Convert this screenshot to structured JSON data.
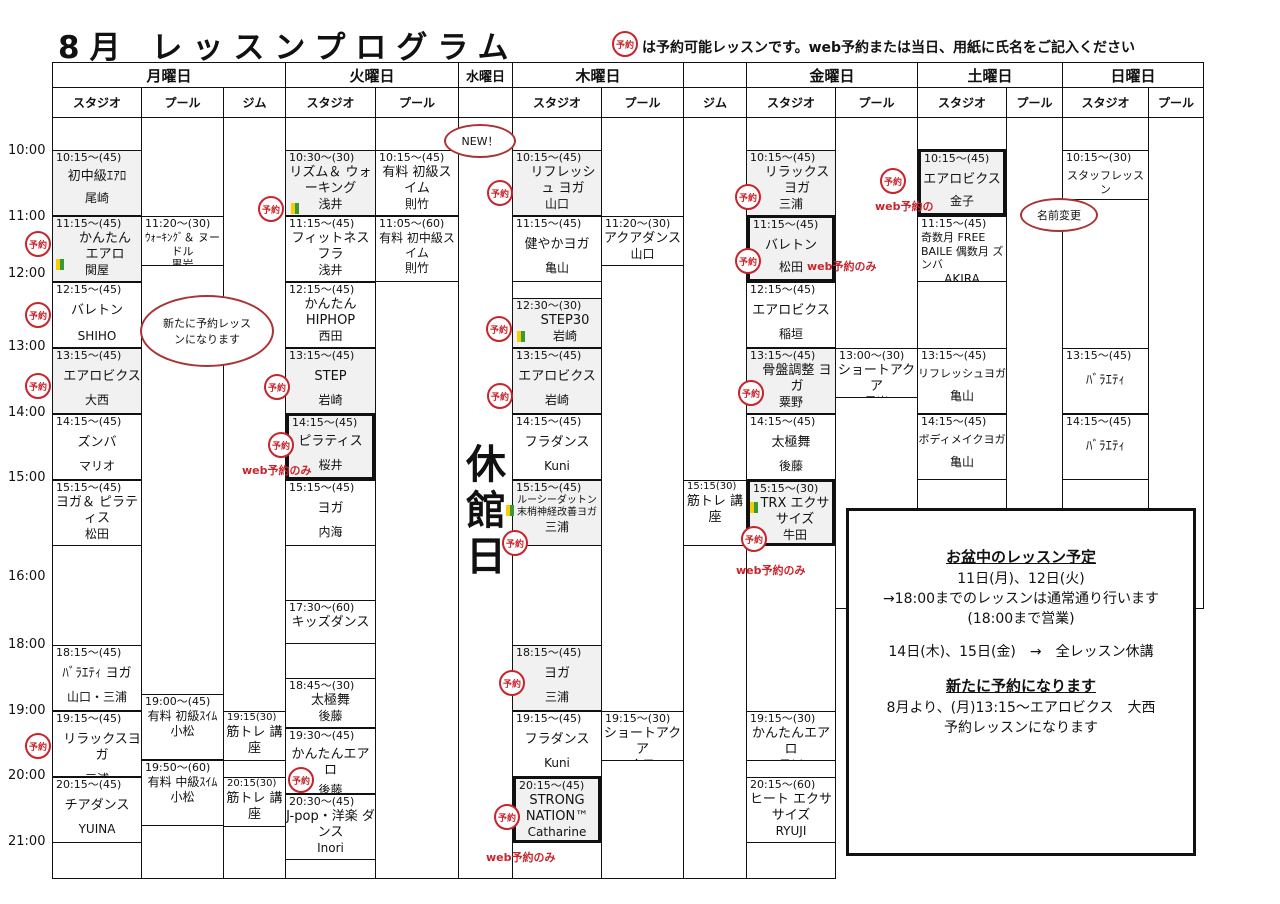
{
  "title": "8月 レッスンプログラム",
  "reserve_mark": "予約",
  "note": "は予約可能レッスンです。web予約または当日、用紙に氏名をご記入ください",
  "days": [
    "月曜日",
    "火曜日",
    "水曜日",
    "木曜日",
    "金曜日",
    "土曜日",
    "日曜日"
  ],
  "subheaders": {
    "studio": "スタジオ",
    "pool": "プール",
    "gym": "ジム"
  },
  "times": [
    "10:00",
    "11:00",
    "12:00",
    "13:00",
    "14:00",
    "15:00",
    "16:00",
    "18:00",
    "19:00",
    "20:00",
    "21:00"
  ],
  "closed": [
    "休",
    "館",
    "日"
  ],
  "web_only": "web予約のみ",
  "web_reserve": "web予約の",
  "bubbles": {
    "new": "NEW！",
    "rename": "名前変更",
    "newres": "新たに予約レッスンになります"
  },
  "lessons": [
    {
      "t": "10:15～(45)",
      "n": "初中級ｴｱﾛ",
      "i": "尾崎"
    },
    {
      "t": "11:15～(45)",
      "n": "かんたん エアロ",
      "i": "関屋"
    },
    {
      "t": "12:15～(45)",
      "n": "バレトン",
      "i": "SHIHO"
    },
    {
      "t": "13:15～(45)",
      "n": "エアロビクス",
      "i": "大西"
    },
    {
      "t": "14:15～(45)",
      "n": "ズンバ",
      "i": "マリオ"
    },
    {
      "t": "15:15～(45)",
      "n": "ヨガ＆ ピラティス",
      "i": "松田"
    },
    {
      "t": "18:15～(45)",
      "n": "ﾊﾞﾗｴﾃｨ ヨガ",
      "i": "山口・三浦"
    },
    {
      "t": "19:15～(45)",
      "n": "リラックスヨガ",
      "i": "三浦"
    },
    {
      "t": "20:15～(45)",
      "n": "チアダンス",
      "i": "YUINA"
    },
    {
      "t": "11:20～(30)",
      "n": "ｳｫｰｷﾝｸﾞ＆ ヌードル",
      "i": "黒岩"
    },
    {
      "t": "19:00～(45)",
      "n": "有料 初級ｽｲﾑ",
      "i": "小松"
    },
    {
      "t": "19:50～(60)",
      "n": "有料 中級ｽｲﾑ",
      "i": "小松"
    },
    {
      "t": "19:15(30)",
      "n": "筋トレ 講座",
      "i": ""
    },
    {
      "t": "20:15(30)",
      "n": "筋トレ 講座",
      "i": ""
    },
    {
      "t": "10:30～(30)",
      "n": "リズム＆ ウォーキング",
      "i": "浅井"
    },
    {
      "t": "11:15～(45)",
      "n": "フィットネス フラ",
      "i": "浅井"
    },
    {
      "t": "12:15～(45)",
      "n": "かんたん HIPHOP",
      "i": "西田"
    },
    {
      "t": "13:15～(45)",
      "n": "STEP",
      "i": "岩崎"
    },
    {
      "t": "14:15～(45)",
      "n": "ピラティス",
      "i": "桜井"
    },
    {
      "t": "15:15～(45)",
      "n": "ヨガ",
      "i": "内海"
    },
    {
      "t": "17:30～(60)",
      "n": "キッズダンス",
      "i": ""
    },
    {
      "t": "18:45～(30)",
      "n": "太極舞",
      "i": "後藤"
    },
    {
      "t": "19:30～(45)",
      "n": "かんたんエアロ",
      "i": "後藤"
    },
    {
      "t": "20:30～(45)",
      "n": "J-pop・洋楽 ダンス",
      "i": "Inori"
    },
    {
      "t": "10:15～(45)",
      "n": "有料 初級スイム",
      "i": "則竹"
    },
    {
      "t": "11:05～(60)",
      "n": "有料 初中級スイム",
      "i": "則竹"
    },
    {
      "t": "10:15～(45)",
      "n": "リフレッシュ ヨガ",
      "i": "山口"
    },
    {
      "t": "11:15～(45)",
      "n": "健やかヨガ",
      "i": "亀山"
    },
    {
      "t": "12:30～(30)",
      "n": "STEP30",
      "i": "岩崎"
    },
    {
      "t": "13:15～(45)",
      "n": "エアロビクス",
      "i": "岩崎"
    },
    {
      "t": "14:15～(45)",
      "n": "フラダンス",
      "i": "Kuni"
    },
    {
      "t": "15:15～(45)",
      "n": "ルーシーダットン 末梢神経改善ヨガ",
      "i": "三浦"
    },
    {
      "t": "18:15～(45)",
      "n": "ヨガ",
      "i": "三浦"
    },
    {
      "t": "19:15～(45)",
      "n": "フラダンス",
      "i": "Kuni"
    },
    {
      "t": "20:15～(45)",
      "n": "STRONG NATION™",
      "i": "Catharine"
    },
    {
      "t": "11:20～(30)",
      "n": "アクアダンス",
      "i": "山口"
    },
    {
      "t": "19:15～(30)",
      "n": "ショートアクア",
      "i": "金子"
    },
    {
      "t": "15:15(30)",
      "n": "筋トレ 講座",
      "i": ""
    },
    {
      "t": "10:15～(45)",
      "n": "リラックス ヨガ",
      "i": "三浦"
    },
    {
      "t": "11:15～(45)",
      "n": "バレトン",
      "i": "松田"
    },
    {
      "t": "12:15～(45)",
      "n": "エアロビクス",
      "i": "稲垣"
    },
    {
      "t": "13:15～(45)",
      "n": "骨盤調整 ヨガ",
      "i": "粟野"
    },
    {
      "t": "14:15～(45)",
      "n": "太極舞",
      "i": "後藤"
    },
    {
      "t": "15:15～(30)",
      "n": "TRX エクササイズ",
      "i": "牛田"
    },
    {
      "t": "19:15～(30)",
      "n": "かんたんエアロ",
      "i": "早川"
    },
    {
      "t": "20:15～(60)",
      "n": "ヒート エクササイズ",
      "i": "RYUJI"
    },
    {
      "t": "13:00～(30)",
      "n": "ショートアクア",
      "i": "黒岩"
    },
    {
      "t": "10:15～(45)",
      "n": "エアロビクス",
      "i": "金子"
    },
    {
      "t": "11:15～(45)",
      "n": "奇数月 FREE BAILE 偶数月 ズンバ",
      "i": "AKIRA"
    },
    {
      "t": "13:15～(45)",
      "n": "リフレッシュヨガ",
      "i": "亀山"
    },
    {
      "t": "14:15～(45)",
      "n": "ボディメイクヨガ",
      "i": "亀山"
    },
    {
      "t": "10:15～(30)",
      "n": "スタッフレッスン",
      "i": ""
    },
    {
      "t": "13:15～(45)",
      "n": "ﾊﾞﾗｴﾃｨ",
      "i": ""
    },
    {
      "t": "14:15～(45)",
      "n": "ﾊﾞﾗｴﾃｨ",
      "i": ""
    }
  ],
  "info": {
    "h1": "お盆中のレッスン予定",
    "l1": "11日(月)、12日(火)",
    "l2": "→18:00までのレッスンは通常通り行います",
    "l3": "(18:00まで営業)",
    "l4": "14日(木)、15日(金)　→　全レッスン休講",
    "h2": "新たに予約になります",
    "l5": "8月より、(月)13:15～エアロビクス　大西",
    "l6": "予約レッスンになります"
  }
}
